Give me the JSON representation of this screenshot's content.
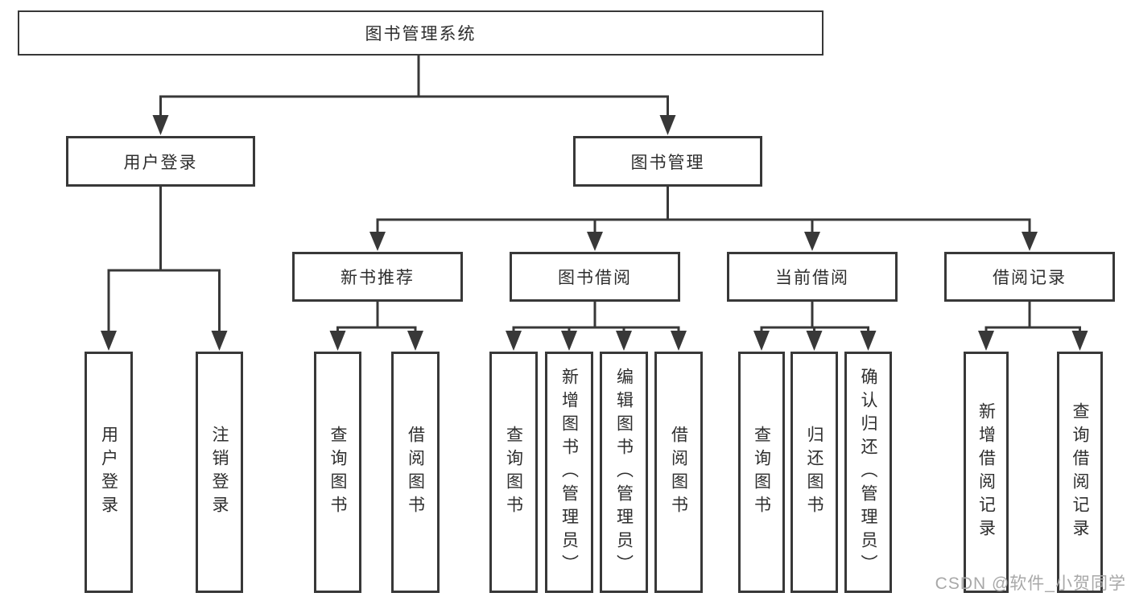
{
  "tree": {
    "root": {
      "label": "图书管理系统"
    },
    "branches": [
      {
        "label": "用户登录",
        "children": [
          {
            "label": "用户登录"
          },
          {
            "label": "注销登录"
          }
        ]
      },
      {
        "label": "图书管理",
        "children": [
          {
            "label": "新书推荐",
            "children": [
              {
                "label": "查询图书"
              },
              {
                "label": "借阅图书"
              }
            ]
          },
          {
            "label": "图书借阅",
            "children": [
              {
                "label": "查询图书"
              },
              {
                "label": "新增图书（管理员）"
              },
              {
                "label": "编辑图书（管理员）"
              },
              {
                "label": "借阅图书"
              }
            ]
          },
          {
            "label": "当前借阅",
            "children": [
              {
                "label": "查询图书"
              },
              {
                "label": "归还图书"
              },
              {
                "label": "确认归还（管理员）"
              }
            ]
          },
          {
            "label": "借阅记录",
            "children": [
              {
                "label": "新增借阅记录"
              },
              {
                "label": "查询借阅记录"
              }
            ]
          }
        ]
      }
    ]
  },
  "watermark": {
    "text": "CSDN @软件_小贺同学"
  },
  "colors": {
    "line": "#383838",
    "box_border": "#383838",
    "text": "#2e2e2e",
    "background": "#ffffff",
    "watermark": "#a8a8a8"
  }
}
